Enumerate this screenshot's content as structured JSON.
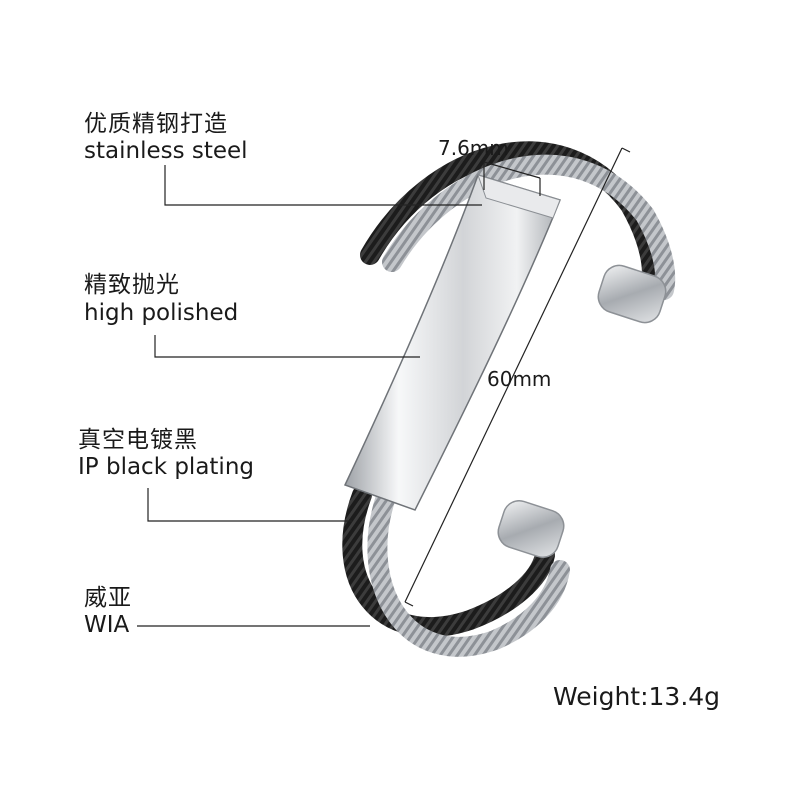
{
  "features": [
    {
      "zh": "优质精钢打造",
      "en": "stainless steel"
    },
    {
      "zh": "精致抛光",
      "en": "high polished"
    },
    {
      "zh": "真空电镀黑",
      "en": "IP black plating"
    },
    {
      "zh": "威亚",
      "en": "WIA"
    }
  ],
  "dimensions": {
    "width": "7.6mm",
    "length": "60mm"
  },
  "weight": "Weight:13.4g",
  "colors": {
    "silver_cable": "#b9bcc0",
    "black_cable": "#141414",
    "plate": "#d4d6d9",
    "leader_line": "#222222"
  }
}
